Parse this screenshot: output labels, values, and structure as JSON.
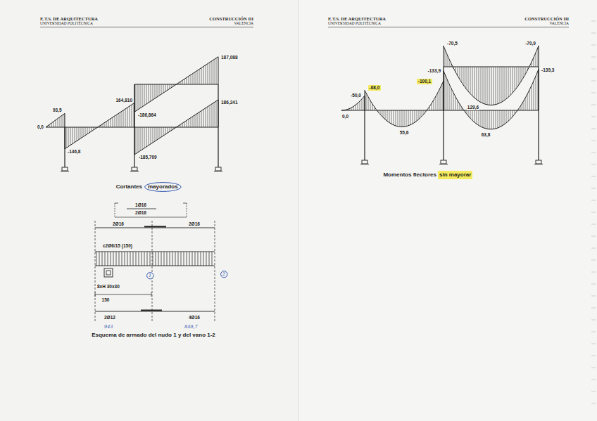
{
  "diagram": {
    "nodes": [
      {
        "text": [
          "mayorados"
        ]
      },
      {
        "text": [
          "1"
        ]
      },
      {
        "text": [
          "2"
        ]
      },
      {
        "text": [
          "-68,0"
        ]
      },
      {
        "text": [
          "-100,1"
        ]
      },
      {
        "text": [
          "sin mayorar"
        ]
      }
    ],
    "labels": [
      "E.T.S. DE ARQUITECTURA",
      "UNIVERSIDAD POLITÉCNICA",
      "CONSTRUCCIÓN III",
      "VALENCIA",
      "E.T.S. DE ARQUITECTURA",
      "UNIVERSIDAD POLITÉCNICA",
      "CONSTRUCCIÓN III",
      "VALENCIA",
      "93,5",
      "0,0",
      "-146,8",
      "164,810",
      "-186,864",
      "-185,709",
      "187,088",
      "186,241",
      "Cortantes",
      "1Ø16",
      "2Ø16",
      "2Ø16",
      "2Ø16",
      "c2Ø6/15 (150)",
      "8xH 30x30",
      "150",
      "2Ø12",
      "4Ø16",
      "943",
      "849,7",
      "Esquema de armado del nudo 1 y del vano 1-2",
      "-70,5",
      "-70,9",
      "-133,9",
      "-139,3",
      "-50,0",
      "0,0",
      "55,6",
      "129,6",
      "63,8",
      "Momentos flectores"
    ]
  }
}
